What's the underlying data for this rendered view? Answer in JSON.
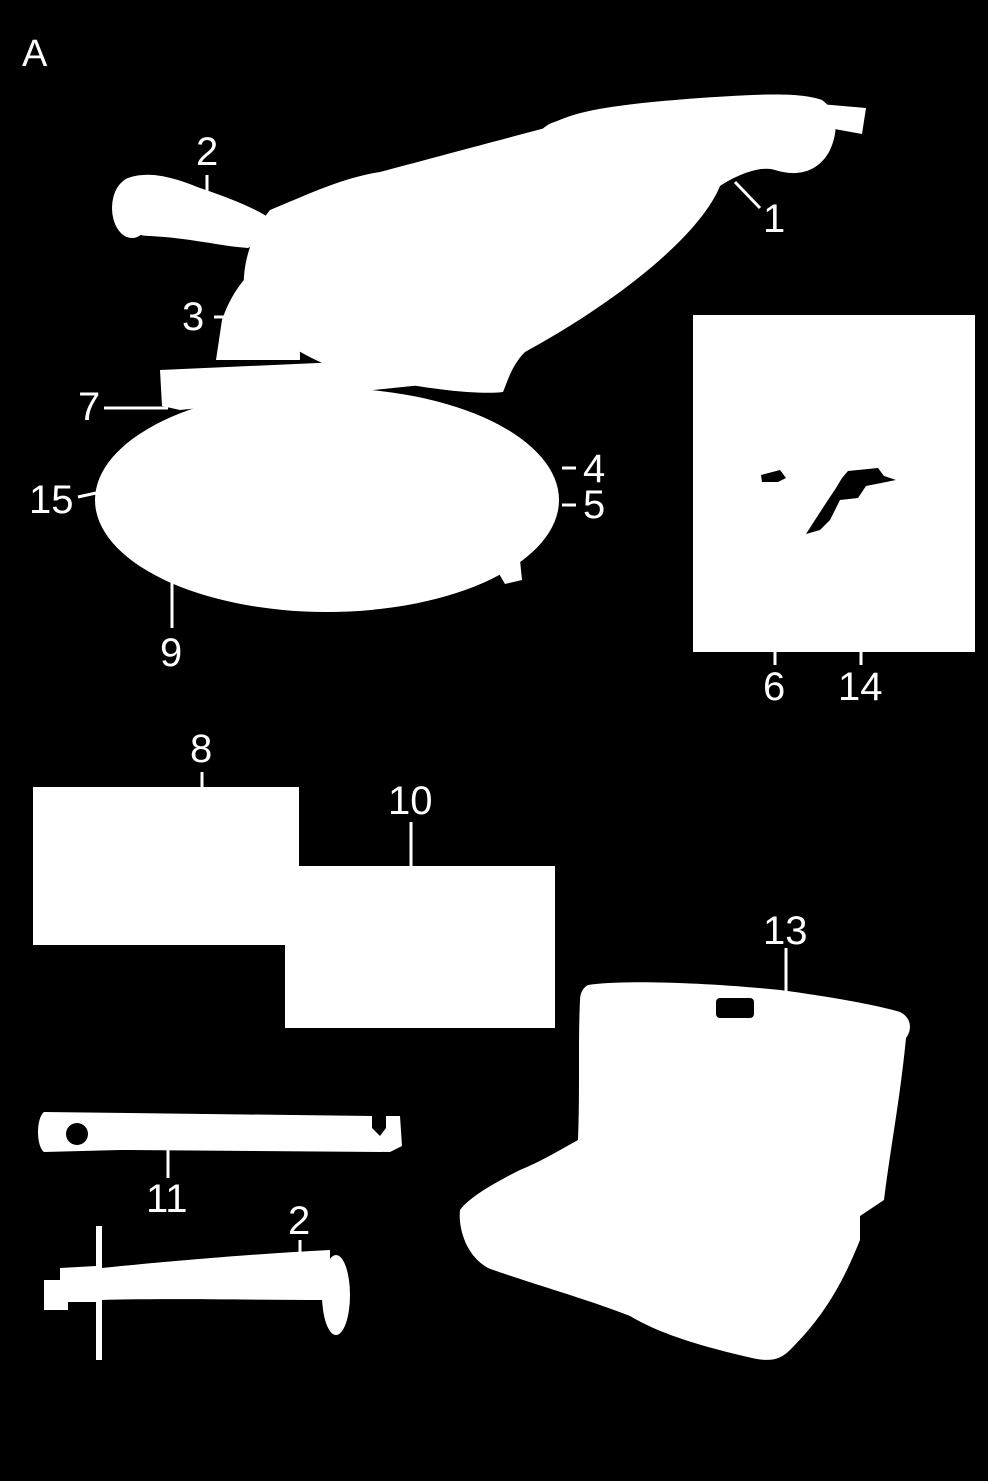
{
  "figure_label": "A",
  "callouts": {
    "c1": "1",
    "c2a": "2",
    "c2b": "2",
    "c3": "3",
    "c4": "4",
    "c5": "5",
    "c6": "6",
    "c7": "7",
    "c8": "8",
    "c9": "9",
    "c10": "10",
    "c11": "11",
    "c13": "13",
    "c14": "14",
    "c15": "15"
  }
}
